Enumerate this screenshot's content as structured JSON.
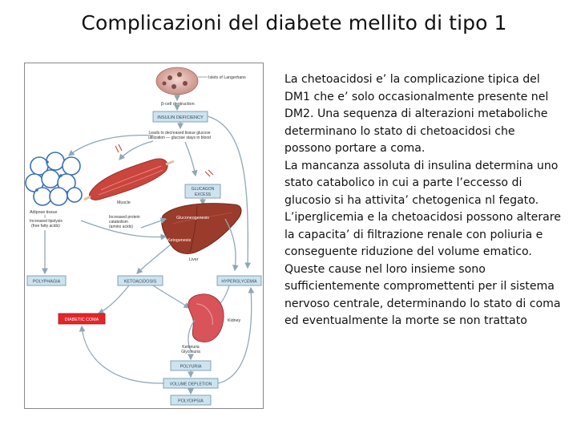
{
  "title": "Complicazioni del diabete mellito di tipo 1",
  "figure": {
    "labels": {
      "islets": "Islets of Langerhans",
      "beta": "β-cell destruction",
      "insulin_deficiency": "INSULIN DEFICIENCY",
      "leads1": "Leads to decreased tissue glucose",
      "leads2": "utilization — glucose stays in blood",
      "glucagon1": "GLUCAGON",
      "glucagon2": "EXCESS",
      "adipose": "Adipose tissue",
      "lipolysis1": "Increased lipolysis",
      "lipolysis2": "(free fatty acids)",
      "muscle": "Muscle",
      "catabolism1": "Increased protein",
      "catabolism2": "catabolism",
      "catabolism3": "(amino acids)",
      "gluconeogenesis": "Gluconeogenesis",
      "ketogenesis": "Ketogenesis",
      "liver": "Liver",
      "polyphagia": "POLYPHAGIA",
      "ketoacidosis": "KETOACIDOSIS",
      "hyperglycemia": "HYPERGLYCEMIA",
      "diabetic_coma": "DIABETIC COMA",
      "kidney": "Kidney",
      "glycosuria1": "Ketonuria",
      "glycosuria2": "Glycosuria",
      "polyuria": "POLYURIA",
      "volume_depletion": "VOLUME DEPLETION",
      "polydipsia": "POLYDIPSIA"
    }
  },
  "paragraphs": [
    "La chetoacidosi e’ la complicazione tipica del DM1 che e’ solo occasionalmente presente nel DM2. Una sequenza di alterazioni metaboliche determinano lo stato di chetoacidosi che possono portare a coma.",
    "La mancanza assoluta di insulina determina uno stato catabolico in cui a parte l’eccesso di glucosio si ha attivita’ chetogenica nl fegato.",
    "L’iperglicemia e la chetoacidosi possono alterare la capacita’ di filtrazione renale con poliuria e conseguente riduzione del volume ematico.",
    "Queste cause nel loro insieme sono sufficientemente compromettenti per il sistema nervoso centrale, determinando lo stato di coma ed eventualmente la morte se non trattato"
  ],
  "colors": {
    "box_fill": "#cfe3ee",
    "box_stroke": "#6a8fa6",
    "coma_fill": "#e3262b",
    "arrow": "#8fa7b5",
    "muscle": "#c9453e",
    "liver": "#9b3b2c",
    "kidney": "#d9535a",
    "adipose": "#3a6fb5"
  }
}
